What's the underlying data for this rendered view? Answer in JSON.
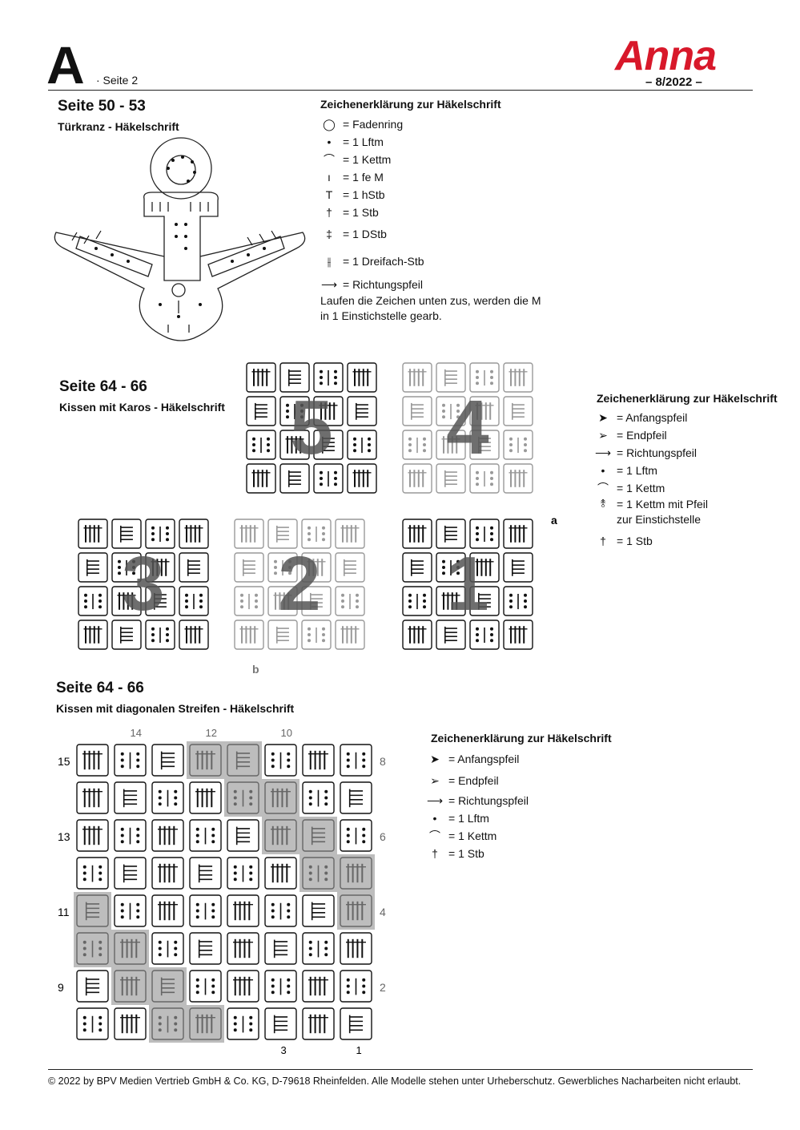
{
  "header": {
    "letter": "A",
    "page_label": "· Seite 2",
    "brand": "Anna",
    "issue": "– 8/2022 –"
  },
  "section1": {
    "title": "Seite 50 - 53",
    "subtitle": "Türkranz - Häkelschrift",
    "legend_title": "Zeichenerklärung zur Häkelschrift",
    "legend": [
      {
        "icon": "ring-icon",
        "label": "= Fadenring"
      },
      {
        "icon": "dot-icon",
        "label": "= 1 Lftm"
      },
      {
        "icon": "arc-icon",
        "label": "= 1 Kettm"
      },
      {
        "icon": "bar-icon",
        "label": "= 1 fe M"
      },
      {
        "icon": "t-icon",
        "label": "= 1 hStb"
      },
      {
        "icon": "dagger-icon",
        "label": "= 1 Stb"
      },
      {
        "icon": "double-dagger-icon",
        "label": "= 1 DStb"
      },
      {
        "icon": "triple-dagger-icon",
        "label": "= 1 Dreifach-Stb"
      },
      {
        "icon": "arrow-icon",
        "label": "= Richtungspfeil"
      }
    ],
    "note": "Laufen die Zeichen unten zus, werden die M in 1 Einstichstelle gearb."
  },
  "section2": {
    "title": "Seite 64 - 66",
    "subtitle": "Kissen mit Karos - Häkelschrift",
    "legend_title": "Zeichenerklärung zur Häkelschrift",
    "legend": [
      {
        "icon": "start-arrow-icon",
        "label": "= Anfangspfeil"
      },
      {
        "icon": "end-arrow-icon",
        "label": "= Endpfeil"
      },
      {
        "icon": "arrow-icon",
        "label": "= Richtungspfeil"
      },
      {
        "icon": "dot-icon",
        "label": "= 1 Lftm"
      },
      {
        "icon": "arc-icon",
        "label": "= 1 Kettm"
      },
      {
        "icon": "arc-arrow-icon",
        "label": "= 1 Kettm mit Pfeil zur Einstichstelle"
      },
      {
        "icon": "dagger-icon",
        "label": "= 1 Stb"
      }
    ],
    "block_numbers": [
      "1",
      "2",
      "3",
      "4",
      "5"
    ],
    "marks": [
      "a",
      "b"
    ]
  },
  "section3": {
    "title": "Seite 64 - 66",
    "subtitle": "Kissen mit diagonalen Streifen - Häkelschrift",
    "legend_title": "Zeichenerklärung zur Häkelschrift",
    "legend": [
      {
        "icon": "start-arrow-icon",
        "label": "= Anfangspfeil"
      },
      {
        "icon": "end-arrow-icon",
        "label": "= Endpfeil"
      },
      {
        "icon": "arrow-icon",
        "label": "= Richtungspfeil"
      },
      {
        "icon": "dot-icon",
        "label": "= 1 Lftm"
      },
      {
        "icon": "arc-icon",
        "label": "= 1 Kettm"
      },
      {
        "icon": "dagger-icon",
        "label": "= 1 Stb"
      }
    ],
    "row_labels_left": [
      "15",
      "13",
      "11",
      "9"
    ],
    "row_labels_right": [
      "8",
      "6",
      "4",
      "2"
    ],
    "col_labels_top": [
      "14",
      "12",
      "10"
    ],
    "col_labels_bottom": [
      "3",
      "1"
    ]
  },
  "footer": "© 2022 by BPV Medien Vertrieb GmbH & Co. KG, D-79618 Rheinfelden. Alle Modelle stehen unter Urheberschutz. Gewerbliches Nacharbeiten nicht erlaubt."
}
